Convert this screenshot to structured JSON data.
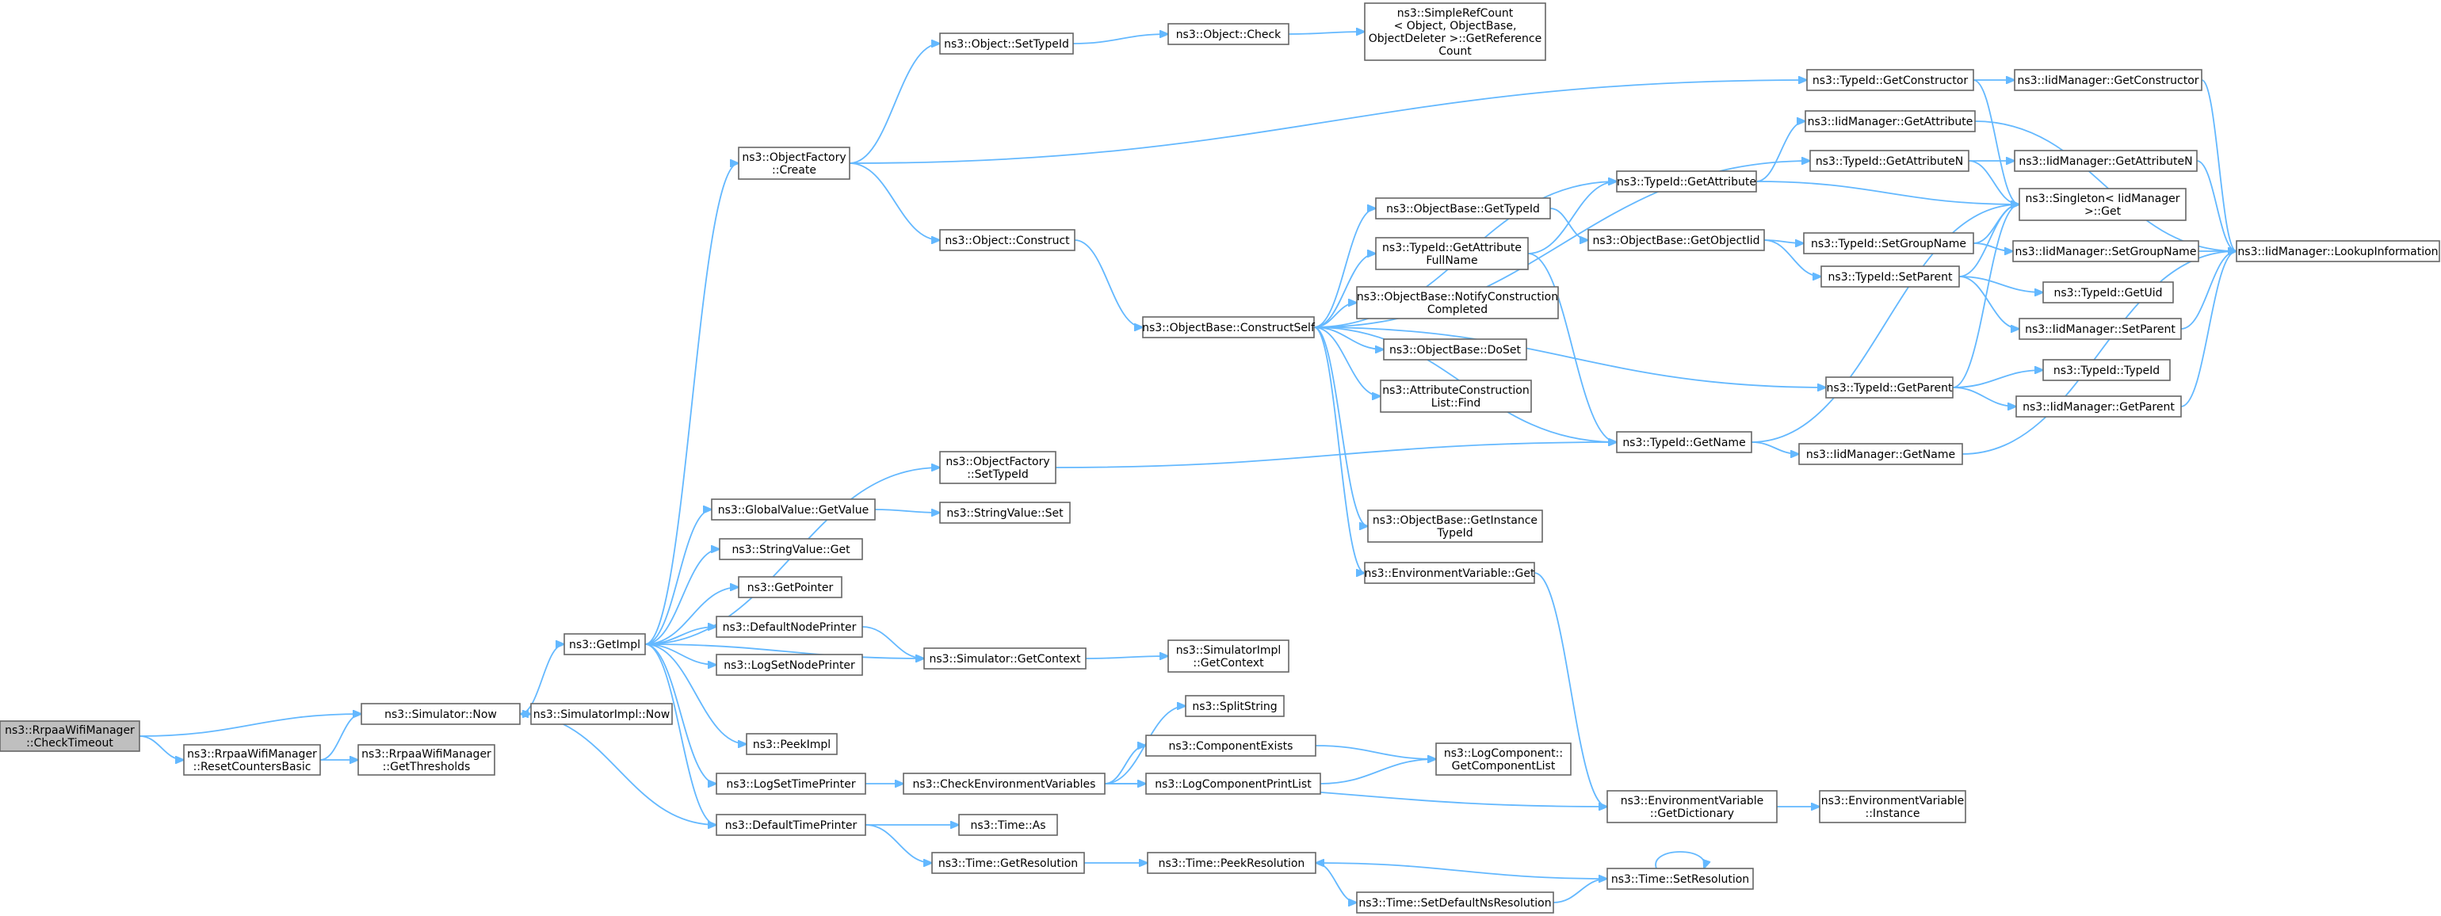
{
  "graph": {
    "colors": {
      "edge": "#63b8ff",
      "node_border": "#666666",
      "root_fill": "#bfbfbf",
      "node_fill": "#ffffff"
    },
    "nodes": [
      {
        "id": "checktimeout",
        "lines": [
          "ns3::RrpaaWifiManager",
          "::CheckTimeout"
        ],
        "root": true
      },
      {
        "id": "resetcounters",
        "lines": [
          "ns3::RrpaaWifiManager",
          "::ResetCountersBasic"
        ]
      },
      {
        "id": "getthresholds",
        "lines": [
          "ns3::RrpaaWifiManager",
          "::GetThresholds"
        ]
      },
      {
        "id": "simnow",
        "lines": [
          "ns3::Simulator::Now"
        ]
      },
      {
        "id": "simimplnow",
        "lines": [
          "ns3::SimulatorImpl::Now"
        ]
      },
      {
        "id": "getimpl",
        "lines": [
          "ns3::GetImpl"
        ]
      },
      {
        "id": "ofcreate",
        "lines": [
          "ns3::ObjectFactory",
          "::Create"
        ]
      },
      {
        "id": "objsettypeid",
        "lines": [
          "ns3::Object::SetTypeId"
        ]
      },
      {
        "id": "objcheck",
        "lines": [
          "ns3::Object::Check"
        ]
      },
      {
        "id": "simplerefcount",
        "lines": [
          "ns3::SimpleRefCount",
          "< Object, ObjectBase,",
          "ObjectDeleter >::GetReference",
          "Count"
        ]
      },
      {
        "id": "objconstruct",
        "lines": [
          "ns3::Object::Construct"
        ]
      },
      {
        "id": "constructself",
        "lines": [
          "ns3::ObjectBase::ConstructSelf"
        ]
      },
      {
        "id": "obgettypeid",
        "lines": [
          "ns3::ObjectBase::GetTypeId"
        ]
      },
      {
        "id": "tigetattrfullname",
        "lines": [
          "ns3::TypeId::GetAttribute",
          "FullName"
        ]
      },
      {
        "id": "notifyconstruction",
        "lines": [
          "ns3::ObjectBase::NotifyConstruction",
          "Completed"
        ]
      },
      {
        "id": "doset",
        "lines": [
          "ns3::ObjectBase::DoSet"
        ]
      },
      {
        "id": "attrconstrfind",
        "lines": [
          "ns3::AttributeConstruction",
          "List::Find"
        ]
      },
      {
        "id": "getinstancetypeid",
        "lines": [
          "ns3::ObjectBase::GetInstance",
          "TypeId"
        ]
      },
      {
        "id": "envget",
        "lines": [
          "ns3::EnvironmentVariable::Get"
        ]
      },
      {
        "id": "tigetattribute",
        "lines": [
          "ns3::TypeId::GetAttribute"
        ]
      },
      {
        "id": "getobjectiid",
        "lines": [
          "ns3::ObjectBase::GetObjectIid"
        ]
      },
      {
        "id": "tigetname",
        "lines": [
          "ns3::TypeId::GetName"
        ]
      },
      {
        "id": "tigetconstructor",
        "lines": [
          "ns3::TypeId::GetConstructor"
        ]
      },
      {
        "id": "iidgetattribute",
        "lines": [
          "ns3::IidManager::GetAttribute"
        ]
      },
      {
        "id": "tigetattributen",
        "lines": [
          "ns3::TypeId::GetAttributeN"
        ]
      },
      {
        "id": "tisetgroupname",
        "lines": [
          "ns3::TypeId::SetGroupName"
        ]
      },
      {
        "id": "tisetparent",
        "lines": [
          "ns3::TypeId::SetParent"
        ]
      },
      {
        "id": "tigetparent",
        "lines": [
          "ns3::TypeId::GetParent"
        ]
      },
      {
        "id": "iidgetname",
        "lines": [
          "ns3::IidManager::GetName"
        ]
      },
      {
        "id": "singletonget",
        "lines": [
          "ns3::Singleton< IidManager",
          ">::Get"
        ]
      },
      {
        "id": "iidgetconstructor",
        "lines": [
          "ns3::IidManager::GetConstructor"
        ]
      },
      {
        "id": "iidgetattributen",
        "lines": [
          "ns3::IidManager::GetAttributeN"
        ]
      },
      {
        "id": "iidsetgroupname",
        "lines": [
          "ns3::IidManager::SetGroupName"
        ]
      },
      {
        "id": "tigetuid",
        "lines": [
          "ns3::TypeId::GetUid"
        ]
      },
      {
        "id": "iidsetparent",
        "lines": [
          "ns3::IidManager::SetParent"
        ]
      },
      {
        "id": "titypeid",
        "lines": [
          "ns3::TypeId::TypeId"
        ]
      },
      {
        "id": "iidgetparent",
        "lines": [
          "ns3::IidManager::GetParent"
        ]
      },
      {
        "id": "lookupinfo",
        "lines": [
          "ns3::IidManager::LookupInformation"
        ]
      },
      {
        "id": "ofsettypeid",
        "lines": [
          "ns3::ObjectFactory",
          "::SetTypeId"
        ]
      },
      {
        "id": "gvgetvalue",
        "lines": [
          "ns3::GlobalValue::GetValue"
        ]
      },
      {
        "id": "stringvalueset",
        "lines": [
          "ns3::StringValue::Set"
        ]
      },
      {
        "id": "stringvalueget",
        "lines": [
          "ns3::StringValue::Get"
        ]
      },
      {
        "id": "getpointer",
        "lines": [
          "ns3::GetPointer"
        ]
      },
      {
        "id": "defaultnodeprinter",
        "lines": [
          "ns3::DefaultNodePrinter"
        ]
      },
      {
        "id": "logsetnodeprinter",
        "lines": [
          "ns3::LogSetNodePrinter"
        ]
      },
      {
        "id": "simgetcontext",
        "lines": [
          "ns3::Simulator::GetContext"
        ]
      },
      {
        "id": "simimplgetcontext",
        "lines": [
          "ns3::SimulatorImpl",
          "::GetContext"
        ]
      },
      {
        "id": "peekimpl",
        "lines": [
          "ns3::PeekImpl"
        ]
      },
      {
        "id": "logsettimeprinter",
        "lines": [
          "ns3::LogSetTimePrinter"
        ]
      },
      {
        "id": "checkenvvars",
        "lines": [
          "ns3::CheckEnvironmentVariables"
        ]
      },
      {
        "id": "splitstring",
        "lines": [
          "ns3::SplitString"
        ]
      },
      {
        "id": "componentexists",
        "lines": [
          "ns3::ComponentExists"
        ]
      },
      {
        "id": "logcomponentprintlist",
        "lines": [
          "ns3::LogComponentPrintList"
        ]
      },
      {
        "id": "logcomponentlist",
        "lines": [
          "ns3::LogComponent::",
          "GetComponentList"
        ]
      },
      {
        "id": "envgetdictionary",
        "lines": [
          "ns3::EnvironmentVariable",
          "::GetDictionary"
        ]
      },
      {
        "id": "envinstance",
        "lines": [
          "ns3::EnvironmentVariable",
          "::Instance"
        ]
      },
      {
        "id": "defaulttimeprinter",
        "lines": [
          "ns3::DefaultTimePrinter"
        ]
      },
      {
        "id": "timeas",
        "lines": [
          "ns3::Time::As"
        ]
      },
      {
        "id": "timegetresolution",
        "lines": [
          "ns3::Time::GetResolution"
        ]
      },
      {
        "id": "timepeekresolution",
        "lines": [
          "ns3::Time::PeekResolution"
        ]
      },
      {
        "id": "timesetdefaultns",
        "lines": [
          "ns3::Time::SetDefaultNsResolution"
        ]
      },
      {
        "id": "timesetresolution",
        "lines": [
          "ns3::Time::SetResolution"
        ]
      }
    ],
    "edges": [
      [
        "checktimeout",
        "simnow"
      ],
      [
        "checktimeout",
        "resetcounters"
      ],
      [
        "resetcounters",
        "simnow"
      ],
      [
        "resetcounters",
        "getthresholds"
      ],
      [
        "simnow",
        "simimplnow"
      ],
      [
        "simnow",
        "getimpl"
      ],
      [
        "getimpl",
        "ofcreate"
      ],
      [
        "getimpl",
        "ofsettypeid"
      ],
      [
        "getimpl",
        "gvgetvalue"
      ],
      [
        "getimpl",
        "stringvalueget"
      ],
      [
        "getimpl",
        "getpointer"
      ],
      [
        "getimpl",
        "defaultnodeprinter"
      ],
      [
        "getimpl",
        "logsetnodeprinter"
      ],
      [
        "getimpl",
        "simgetcontext"
      ],
      [
        "getimpl",
        "peekimpl"
      ],
      [
        "getimpl",
        "logsettimeprinter"
      ],
      [
        "getimpl",
        "defaulttimeprinter"
      ],
      [
        "ofcreate",
        "objsettypeid"
      ],
      [
        "ofcreate",
        "objconstruct"
      ],
      [
        "ofcreate",
        "tigetconstructor"
      ],
      [
        "objsettypeid",
        "objcheck"
      ],
      [
        "objcheck",
        "simplerefcount"
      ],
      [
        "objconstruct",
        "constructself"
      ],
      [
        "constructself",
        "obgettypeid"
      ],
      [
        "constructself",
        "tigetattrfullname"
      ],
      [
        "constructself",
        "notifyconstruction"
      ],
      [
        "constructself",
        "doset"
      ],
      [
        "constructself",
        "attrconstrfind"
      ],
      [
        "constructself",
        "getinstancetypeid"
      ],
      [
        "constructself",
        "envget"
      ],
      [
        "constructself",
        "tigetattribute"
      ],
      [
        "constructself",
        "tigetattributen"
      ],
      [
        "constructself",
        "tigetname"
      ],
      [
        "constructself",
        "tigetparent"
      ],
      [
        "obgettypeid",
        "getobjectiid"
      ],
      [
        "tigetattrfullname",
        "tigetattribute"
      ],
      [
        "tigetattrfullname",
        "tigetname"
      ],
      [
        "getobjectiid",
        "tisetgroupname"
      ],
      [
        "getobjectiid",
        "tisetparent"
      ],
      [
        "tigetattribute",
        "iidgetattribute"
      ],
      [
        "tigetattribute",
        "singletonget"
      ],
      [
        "tigetconstructor",
        "iidgetconstructor"
      ],
      [
        "tigetconstructor",
        "singletonget"
      ],
      [
        "tigetattributen",
        "iidgetattributen"
      ],
      [
        "tigetattributen",
        "singletonget"
      ],
      [
        "tisetgroupname",
        "iidsetgroupname"
      ],
      [
        "tisetgroupname",
        "singletonget"
      ],
      [
        "tisetparent",
        "tigetuid"
      ],
      [
        "tisetparent",
        "iidsetparent"
      ],
      [
        "tisetparent",
        "singletonget"
      ],
      [
        "tigetparent",
        "titypeid"
      ],
      [
        "tigetparent",
        "iidgetparent"
      ],
      [
        "tigetparent",
        "singletonget"
      ],
      [
        "tigetname",
        "iidgetname"
      ],
      [
        "tigetname",
        "singletonget"
      ],
      [
        "iidgetattribute",
        "lookupinfo"
      ],
      [
        "iidgetconstructor",
        "lookupinfo"
      ],
      [
        "iidgetattributen",
        "lookupinfo"
      ],
      [
        "iidsetgroupname",
        "lookupinfo"
      ],
      [
        "iidsetparent",
        "lookupinfo"
      ],
      [
        "iidgetparent",
        "lookupinfo"
      ],
      [
        "iidgetname",
        "lookupinfo"
      ],
      [
        "ofsettypeid",
        "tigetname"
      ],
      [
        "gvgetvalue",
        "stringvalueset"
      ],
      [
        "defaultnodeprinter",
        "simgetcontext"
      ],
      [
        "simgetcontext",
        "simimplgetcontext"
      ],
      [
        "envget",
        "envgetdictionary"
      ],
      [
        "envgetdictionary",
        "envinstance"
      ],
      [
        "logsettimeprinter",
        "checkenvvars"
      ],
      [
        "checkenvvars",
        "splitstring"
      ],
      [
        "checkenvvars",
        "componentexists"
      ],
      [
        "checkenvvars",
        "logcomponentprintlist"
      ],
      [
        "checkenvvars",
        "envgetdictionary"
      ],
      [
        "componentexists",
        "logcomponentlist"
      ],
      [
        "logcomponentprintlist",
        "logcomponentlist"
      ],
      [
        "defaulttimeprinter",
        "simnow"
      ],
      [
        "defaulttimeprinter",
        "timeas"
      ],
      [
        "defaulttimeprinter",
        "timegetresolution"
      ],
      [
        "timegetresolution",
        "timepeekresolution"
      ],
      [
        "timepeekresolution",
        "timesetdefaultns"
      ],
      [
        "timesetdefaultns",
        "timesetresolution"
      ],
      [
        "timesetresolution",
        "timepeekresolution"
      ],
      [
        "timesetresolution",
        "timesetresolution"
      ]
    ]
  }
}
